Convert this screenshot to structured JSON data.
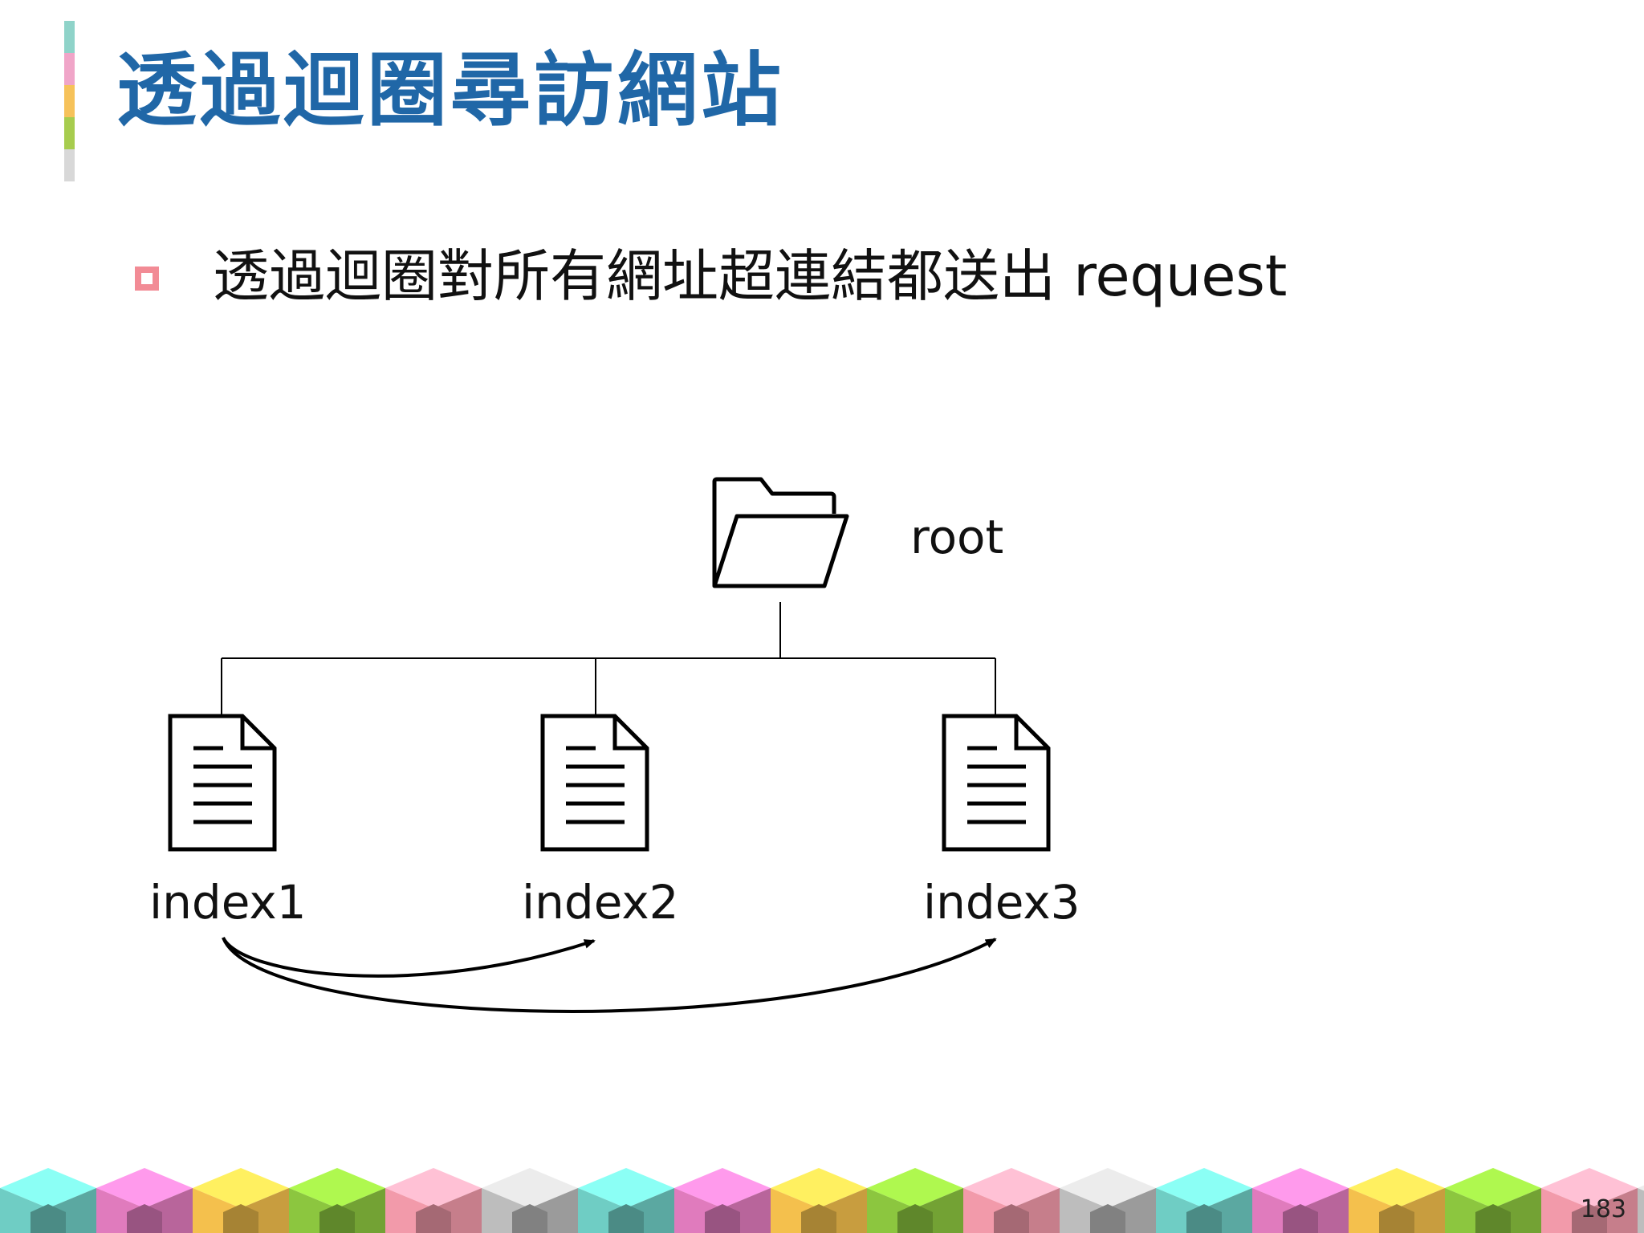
{
  "title": "透過迴圈尋訪網站",
  "bullet": "透過迴圈對所有網址超連結都送出 request",
  "diagram": {
    "root": {
      "label": "root",
      "icon": "folder-icon"
    },
    "children": [
      {
        "label": "index1",
        "icon": "document-icon"
      },
      {
        "label": "index2",
        "icon": "document-icon"
      },
      {
        "label": "index3",
        "icon": "document-icon"
      }
    ],
    "arrows": [
      {
        "from": "index1",
        "to": "index2"
      },
      {
        "from": "index1",
        "to": "index3"
      }
    ]
  },
  "page_number": "183",
  "colors": {
    "title": "#2067a7",
    "bullet": "#f28b95",
    "accent_bar": [
      "#8fd3c9",
      "#f0a5c8",
      "#f6c25a",
      "#a7cc4e",
      "#d8d8d8"
    ],
    "cubes": [
      "#6fcdc4",
      "#e07bbd",
      "#f4c04d",
      "#8cc63f",
      "#f29aaa",
      "#bdbdbd"
    ]
  }
}
